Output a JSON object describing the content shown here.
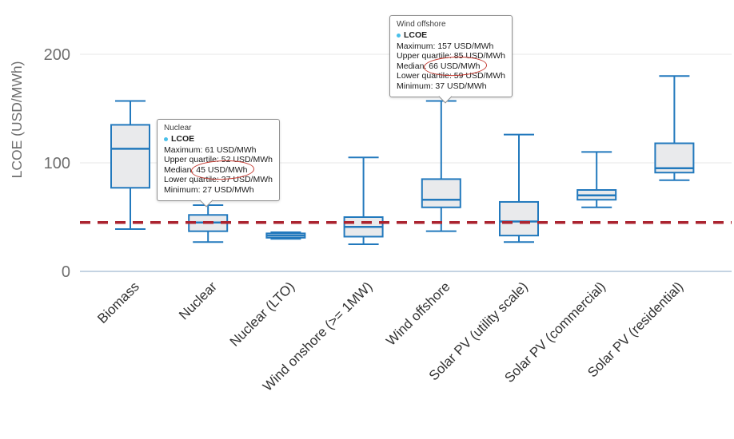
{
  "y_axis": {
    "title": "LCOE (USD/MWh)",
    "ticks": [
      0,
      100,
      200
    ]
  },
  "chart_data": {
    "type": "boxplot",
    "title": "",
    "ylabel": "LCOE (USD/MWh)",
    "ylim": [
      0,
      210
    ],
    "units": "USD/MWh",
    "grid": "horizontal gridlines at 100 and 200, baseline at 0",
    "legend_position": "none",
    "categories": [
      "Biomass",
      "Nuclear",
      "Nuclear (LTO)",
      "Wind onshore (>= 1MW)",
      "Wind offshore",
      "Solar PV (utility scale)",
      "Solar PV (commercial)",
      "Solar PV (residential)"
    ],
    "series": [
      {
        "name": "LCOE",
        "boxes": [
          {
            "min": 39,
            "q1": 77,
            "median": 113,
            "q3": 135,
            "max": 157
          },
          {
            "min": 27,
            "q1": 37,
            "median": 45,
            "q3": 52,
            "max": 61
          },
          {
            "min": 30,
            "q1": 31,
            "median": 33,
            "q3": 35,
            "max": 36
          },
          {
            "min": 25,
            "q1": 32,
            "median": 41,
            "q3": 50,
            "max": 105
          },
          {
            "min": 37,
            "q1": 59,
            "median": 66,
            "q3": 85,
            "max": 157
          },
          {
            "min": 27,
            "q1": 33,
            "median": 46,
            "q3": 64,
            "max": 126
          },
          {
            "min": 59,
            "q1": 66,
            "median": 70,
            "q3": 75,
            "max": 110
          },
          {
            "min": 84,
            "q1": 91,
            "median": 95,
            "q3": 118,
            "max": 180
          }
        ]
      }
    ],
    "reference_line": {
      "value": 45,
      "style": "dashed",
      "color": "#ab2430"
    }
  },
  "tooltips": [
    {
      "title": "Nuclear",
      "series": "LCOE",
      "rows": [
        {
          "label": "Maximum:",
          "value": "61 USD/MWh",
          "circled": false
        },
        {
          "label": "Upper quartile:",
          "value": "52 USD/MWh",
          "circled": false
        },
        {
          "label": "Median:",
          "value": "45 USD/MWh",
          "circled": true
        },
        {
          "label": "Lower quartile:",
          "value": "37 USD/MWh",
          "circled": false
        },
        {
          "label": "Minimum:",
          "value": "27 USD/MWh",
          "circled": false
        }
      ]
    },
    {
      "title": "Wind offshore",
      "series": "LCOE",
      "rows": [
        {
          "label": "Maximum:",
          "value": "157 USD/MWh",
          "circled": false
        },
        {
          "label": "Upper quartile:",
          "value": "85 USD/MWh",
          "circled": false
        },
        {
          "label": "Median:",
          "value": "66 USD/MWh",
          "circled": true
        },
        {
          "label": "Lower quartile:",
          "value": "59 USD/MWh",
          "circled": false
        },
        {
          "label": "Minimum:",
          "value": "37 USD/MWh",
          "circled": false
        }
      ]
    }
  ],
  "colors": {
    "box_stroke": "#2279bd",
    "box_fill": "#e9eaec",
    "gridline": "#e7e7e7",
    "baseline": "#c4d3e2",
    "axis_text": "#6e6e6e",
    "category_text": "#333333",
    "reference_line": "#ab2430",
    "tooltip_border": "#8f8f8f",
    "bullet": "#49bfe9",
    "annotation": "#c43a31"
  }
}
